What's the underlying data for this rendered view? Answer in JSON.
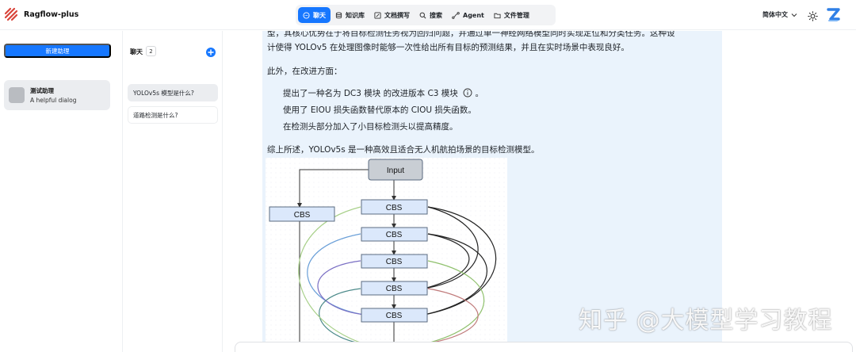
{
  "app": {
    "brand_name": "Ragflow-plus"
  },
  "nav": {
    "items": [
      {
        "label": "聊天",
        "icon": "chat-bubble-icon",
        "active": true
      },
      {
        "label": "知识库",
        "icon": "database-icon",
        "active": false
      },
      {
        "label": "文档撰写",
        "icon": "edit-icon",
        "active": false
      },
      {
        "label": "搜索",
        "icon": "search-icon",
        "active": false
      },
      {
        "label": "Agent",
        "icon": "agent-icon",
        "active": false
      },
      {
        "label": "文件管理",
        "icon": "folder-icon",
        "active": false
      }
    ]
  },
  "header": {
    "language": "简体中文"
  },
  "sidebar": {
    "new_assistant_label": "新建助理",
    "assistants": [
      {
        "name": "测试助理",
        "description": "A helpful dialog"
      }
    ]
  },
  "chats": {
    "title": "聊天",
    "count": "2",
    "items": [
      {
        "label": "YOLOv5s 模型是什么?",
        "selected": true
      },
      {
        "label": "道路检测是什么?",
        "selected": false
      }
    ]
  },
  "message": {
    "cut_line": "型，其核心优势在于将目标检测任务视为回归问题，并通过单一神经网络模型同时实现定位和分类任务。这种设",
    "line2": "计使得 YOLOv5 在处理图像时能够一次性给出所有目标的预测结果，并且在实时场景中表现良好。",
    "improve_intro": "此外，在改进方面：",
    "improvements": [
      "提出了一种名为 DC3 模块 的改进版本 C3 模块",
      "使用了 EIOU 损失函数替代原本的 CIOU 损失函数。",
      "在检测头部分加入了小目标检测头以提高精度。"
    ],
    "summary": "综上所述，YOLOv5s 是一种高效且适合无人机航拍场景的目标检测模型。"
  },
  "diagram": {
    "input_label": "Input",
    "side_block_label": "CBS",
    "block_labels": [
      "CBS",
      "CBS",
      "CBS",
      "CBS",
      "CBS"
    ]
  },
  "watermark": "知乎 @大模型学习教程",
  "colors": {
    "accent": "#1677ff",
    "bubble": "#eaf3fc",
    "block_fill": "#dbe8fb",
    "block_stroke": "#5b6b80"
  }
}
